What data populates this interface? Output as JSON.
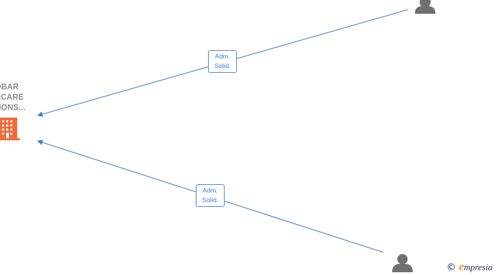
{
  "company": {
    "name_lines": [
      "OBAR",
      "THCARE",
      "UTIONS..."
    ],
    "color": "#f26b3a"
  },
  "edges": [
    {
      "label_line1": "Adm.",
      "label_line2": "Solid."
    },
    {
      "label_line1": "Adm.",
      "label_line2": "Solid."
    }
  ],
  "colors": {
    "edge": "#3f7fd0",
    "person": "#707070",
    "label_text": "#8a8a8a"
  },
  "footer": {
    "copyright": "©",
    "brand_first": "e",
    "brand_rest": "mpresia"
  },
  "icons": {
    "company": "building-icon",
    "person": "person-icon"
  }
}
